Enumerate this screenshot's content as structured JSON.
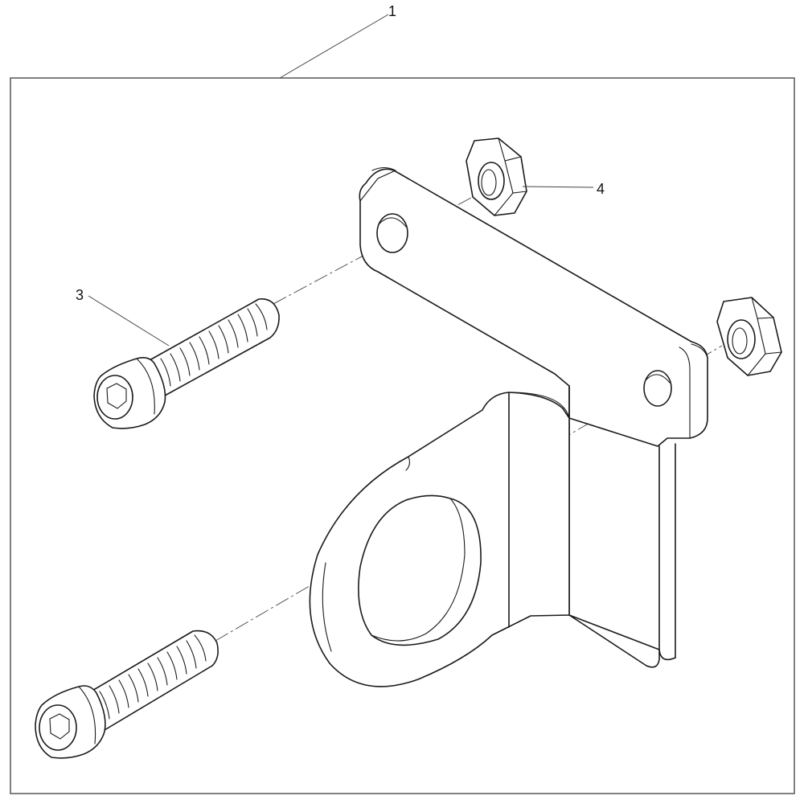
{
  "callouts": {
    "assembly": "1",
    "screw": "3",
    "nut": "4"
  },
  "colors": {
    "line": "#1a1a1a",
    "frame": "#555555",
    "background": "#ffffff"
  }
}
